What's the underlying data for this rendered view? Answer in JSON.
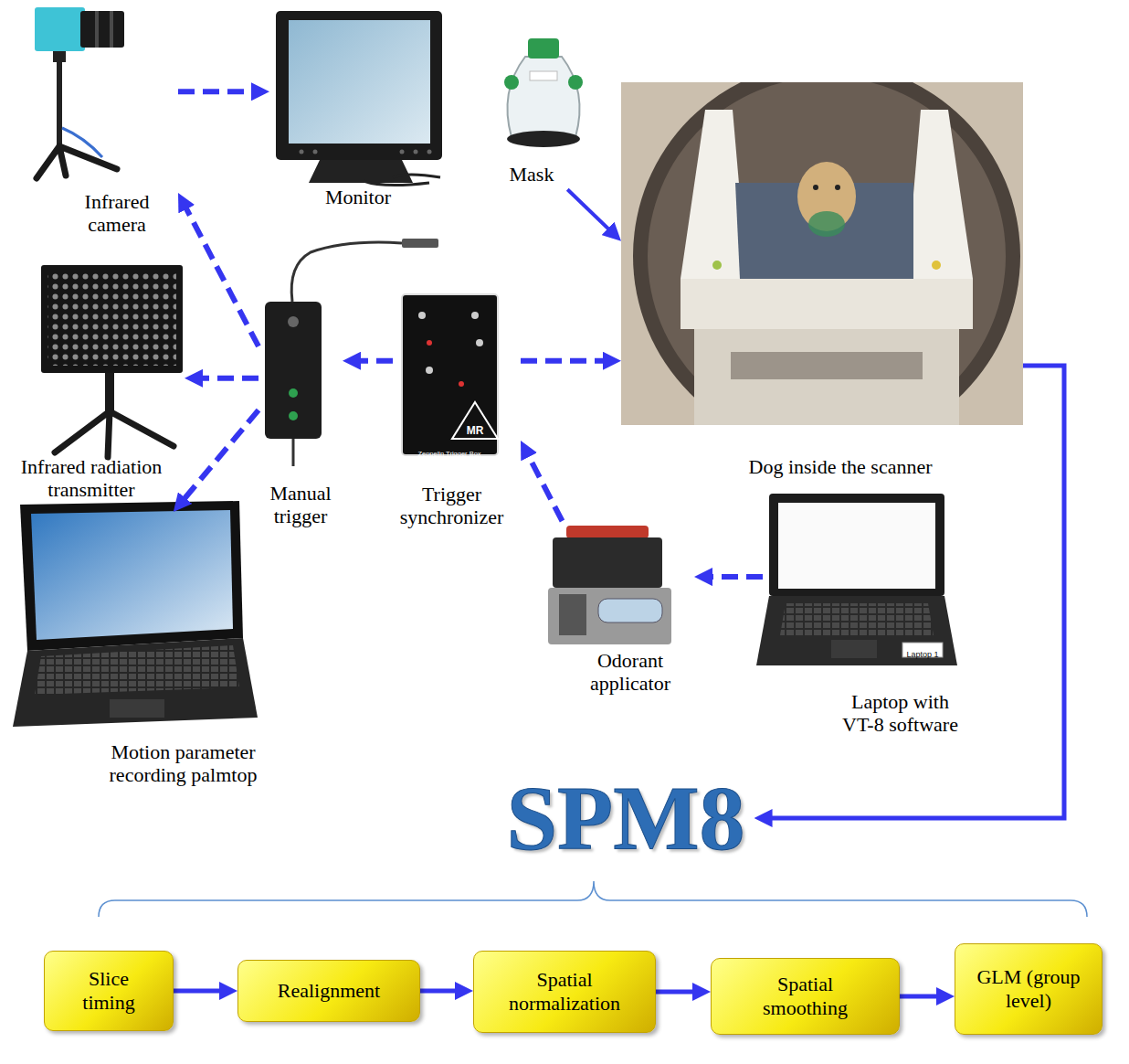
{
  "diagram": {
    "nodes": [
      {
        "text": [
          "Infrared camera"
        ]
      },
      {
        "text": [
          "Monitor"
        ]
      },
      {
        "text": [
          "Mask"
        ]
      },
      {
        "text": [
          "Dog inside the scanner"
        ]
      },
      {
        "text": [
          "Infrared radiation transmitter"
        ]
      },
      {
        "text": [
          "Manual trigger"
        ]
      },
      {
        "text": [
          "Trigger synchronizer"
        ]
      },
      {
        "text": [
          "Motion parameter recording palmtop"
        ]
      },
      {
        "text": [
          "Odorant applicator"
        ]
      },
      {
        "text": [
          "Laptop with VT-8 software"
        ]
      },
      {
        "text": [
          "SPM8"
        ]
      },
      {
        "text": [
          "Slice timing"
        ]
      },
      {
        "text": [
          "Realignment"
        ]
      },
      {
        "text": [
          "Spatial normalization"
        ]
      },
      {
        "text": [
          "Spatial smoothing"
        ]
      },
      {
        "text": [
          "GLM (group level)"
        ]
      }
    ],
    "edges": [
      {
        "from": 0,
        "to": 1,
        "arrow": "to"
      },
      {
        "from": 2,
        "to": 3,
        "arrow": "to"
      },
      {
        "from": 5,
        "to": 0,
        "arrow": "to"
      },
      {
        "from": 5,
        "to": 4,
        "arrow": "to"
      },
      {
        "from": 5,
        "to": 7,
        "arrow": "to"
      },
      {
        "from": 6,
        "to": 5,
        "arrow": "to"
      },
      {
        "from": 6,
        "to": 3,
        "arrow": "to"
      },
      {
        "from": 8,
        "to": 6,
        "arrow": "to"
      },
      {
        "from": 9,
        "to": 8,
        "arrow": "to"
      },
      {
        "from": 3,
        "to": 10,
        "arrow": "to"
      },
      {
        "from": 11,
        "to": 12,
        "arrow": "to"
      },
      {
        "from": 12,
        "to": 13,
        "arrow": "to"
      },
      {
        "from": 13,
        "to": 14,
        "arrow": "to"
      },
      {
        "from": 14,
        "to": 15,
        "arrow": "to"
      }
    ],
    "labels": [
      "MR",
      "Zeppelin Trigger Box",
      "Laptop 1"
    ]
  }
}
